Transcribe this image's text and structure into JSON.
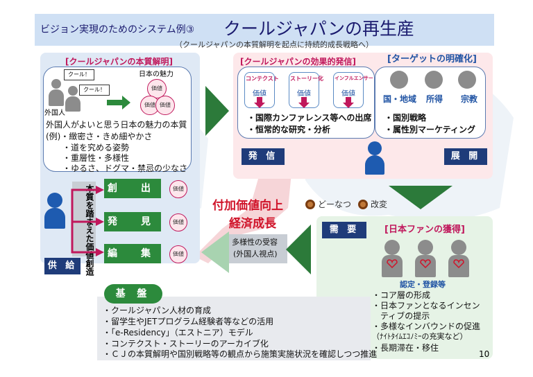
{
  "header": {
    "subtitle": "ビジョン実現のためのシステム例③",
    "title": "クールジャパンの再生産",
    "note": "（クールジャパンの本質解明を起点に持続的成長戦略へ）"
  },
  "essence": {
    "heading": "[クールジャパンの本質解明]",
    "bubble1": "クール！",
    "bubble2": "クール！",
    "person_label": "外国人",
    "charm_label": "日本の魅力",
    "value_word": "価値",
    "desc": "外国人がよいと思う日本の魅力の本質",
    "example_lead": "(例)・緻密さ・きめ細やかさ",
    "examples": [
      "・道を究める姿勢",
      "・重層性・多様性",
      "・ゆるさ、ドグマ・禁忌の少なさ"
    ]
  },
  "creation": {
    "vertical_label": "本質を踏まえた価値創造",
    "buttons": [
      "創　出",
      "発　見",
      "編　集"
    ],
    "value_word": "価値",
    "supply_label": "供 給"
  },
  "transmission": {
    "heading": "[クールジャパンの効果的発信]",
    "pills": [
      "コンテクスト",
      "ストーリー化",
      "インフルエンサー"
    ],
    "value_word": "価値",
    "items": [
      "・国際カンファレンス等への出席",
      "・恒常的な研究・分析"
    ],
    "label": "発 信"
  },
  "target": {
    "heading": "[ターゲットの明確化]",
    "categories": [
      "国・地域",
      "所得",
      "宗教"
    ],
    "items": [
      "・国別戦略",
      "・属性別マーケティング"
    ],
    "label": "展 開"
  },
  "center": {
    "value_add": "付加価値向上",
    "growth": "経済成長",
    "cycle": "どーなつ",
    "kaizen": "改変",
    "acceptance_line1": "多様性の受容",
    "acceptance_line2": "(外国人視点)"
  },
  "demand": {
    "label": "需 要",
    "heading": "[日本ファンの獲得]",
    "cert_label": "認定・登録等",
    "items": [
      "・コア層の形成",
      "・日本ファンとなるインセン",
      "　ティブの提示",
      "・多様なインバウンドの促進",
      "（ﾅｲﾄﾀｲﾑｴｺﾉﾐｰの充実など）",
      "・長期滞在・移住"
    ]
  },
  "foundation": {
    "label": "基 盤",
    "items": [
      "・クールジャパン人材の育成",
      "・留学生やJETプログラム経験者等などの活用",
      "・「e-Residency」（エストニア）モデル",
      "・コンテクスト・ストーリーのアーカイブ化",
      "・ＣＪの本質解明や国別戦略等の観点から施策実施状況を確認しつつ推進"
    ]
  },
  "page_number": "10"
}
